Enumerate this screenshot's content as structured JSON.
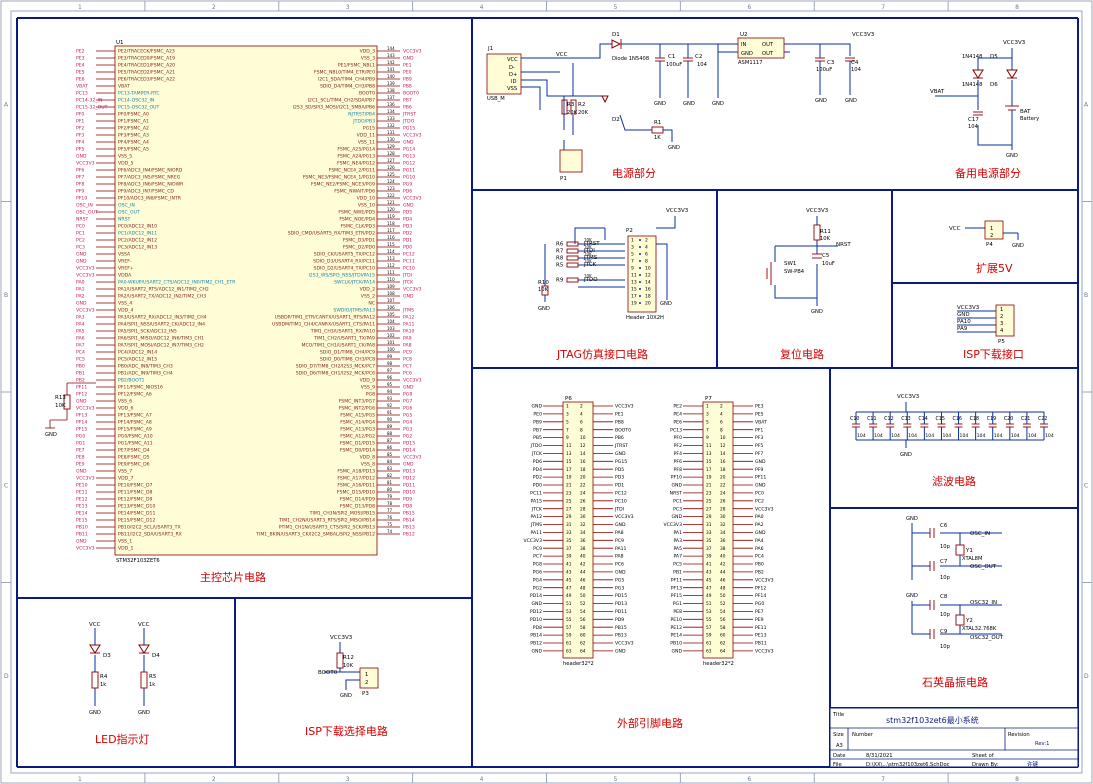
{
  "sheet": {
    "columns": [
      "1",
      "2",
      "3",
      "4",
      "5",
      "6",
      "7",
      "8"
    ],
    "rows": [
      "A",
      "B",
      "C",
      "D"
    ]
  },
  "sections": {
    "main_chip": "主控芯片电路",
    "power": "电源部分",
    "backup_power": "备用电源部分",
    "jtag": "JTAG仿真接口电路",
    "reset": "复位电路",
    "isp_port": "ISP下载接口",
    "expand5v": "扩展5V",
    "filter": "滤波电路",
    "crystal": "石英晶振电路",
    "led": "LED指示灯",
    "isp_select": "ISP下载选择电路",
    "external_pins": "外部引脚电路"
  },
  "mcu": {
    "ref": "U1",
    "part": "STM32F103ZET6",
    "left_nets": [
      "PE2",
      "PE3",
      "PE4",
      "PE5",
      "PE6",
      "VBAT",
      "PC13",
      "PC14-32_IN",
      "PC15-32_OUT",
      "PF0",
      "PF1",
      "PF2",
      "PF3",
      "PF4",
      "PF5",
      "GND",
      "VCC3V3",
      "PF6",
      "PF7",
      "PF8",
      "PF9",
      "PF10",
      "OSC_IN",
      "OSC_OUT",
      "NRST",
      "PC0",
      "PC1",
      "PC2",
      "PC3",
      "GND",
      "GND",
      "VCC3V3",
      "VCC3V3",
      "PA0",
      "PA1",
      "PA2",
      "GND",
      "VCC3V3",
      "PA3",
      "PA4",
      "PA5",
      "PA6",
      "PA7",
      "PC4",
      "PC5",
      "PB0",
      "PB1",
      "PB2",
      "PF11",
      "PF12",
      "GND",
      "VCC3V3",
      "PF13",
      "PF14",
      "PF15",
      "PG0",
      "PG1",
      "PE7",
      "PE8",
      "PE9",
      "GND",
      "VCC3V3",
      "PE10",
      "PE11",
      "PE12",
      "PE13",
      "PE14",
      "PE15",
      "PB10",
      "PB11",
      "GND",
      "VCC3V3"
    ],
    "left_pins": [
      "PE2/TRACECK/FSMC_A23",
      "PE3/TRACED0/FSMC_A19",
      "PE4/TRACED1/FSMC_A20",
      "PE5/TRACED2/FSMC_A21",
      "PE6/TRACED3/FSMC_A22",
      "VBAT",
      "PC13-TAMPER-RTC",
      "PC14-OSC32_IN",
      "PC15-OSC32_OUT",
      "PF0/FSMC_A0",
      "PF1/FSMC_A1",
      "PF2/FSMC_A2",
      "PF3/FSMC_A3",
      "PF4/FSMC_A4",
      "PF5/FSMC_A5",
      "VSS_5",
      "VDD_5",
      "PF6/ADC3_IN4/FSMC_NIORD",
      "PF7/ADC3_IN5/FSMC_NREG",
      "PF8/ADC3_IN6/FSMC_NIOWR",
      "PF9/ADC3_IN7/FSMC_CD",
      "PF10/ADC3_IN8/FSMC_INTR",
      "OSC_IN",
      "OSC_OUT",
      "NRST",
      "PC0/ADC12_IN10",
      "PC1/ADC12_IN11",
      "PC2/ADC12_IN12",
      "PC3/ADC12_IN13",
      "VSSA",
      "VREF-",
      "VREF+",
      "VDDA",
      "PA0-WKUP/USART2_CTS/ADC12_IN0/TIM2_CH1_ETR",
      "PA1/USART2_RTS/ADC12_IN1/TIM2_CH2",
      "PA2/USART2_TX/ADC12_IN2/TIM2_CH3",
      "VSS_4",
      "VDD_4",
      "PA3/USART2_RX/ADC12_IN3/TIM2_CH4",
      "PA4/SPI1_NSS/USART2_CK/ADC12_IN4",
      "PA5/SPI1_SCK/ADC12_IN5",
      "PA6/SPI1_MISO/ADC12_IN6/TIM3_CH1",
      "PA7/SPI1_MOSI/ADC12_IN7/TIM3_CH2",
      "PC4/ADC12_IN14",
      "PC5/ADC12_IN15",
      "PB0/ADC_IN8/TIM3_CH3",
      "PB1/ADC_IN9/TIM3_CH4",
      "PB2/BOOT1",
      "PF11/FSMC_NIOS16",
      "PF12/FSMC_A6",
      "VSS_6",
      "VDD_6",
      "PF13/FSMC_A7",
      "PF14/FSMC_A8",
      "PF15/FSMC_A9",
      "PG0/FSMC_A10",
      "PG1/FSMC_A11",
      "PE7/FSMC_D4",
      "PE8/FSMC_D5",
      "PE9/FSMC_D6",
      "VSS_7",
      "VDD_7",
      "PE10/FSMC_D7",
      "PE11/FSMC_D8",
      "PE12/FSMC_D9",
      "PE13/FSMC_D10",
      "PE14/FSMC_D11",
      "PE15/FSMC_D12",
      "PB10/I2C2_SCL/USART3_TX",
      "PB11/I2C2_SDA/USART3_RX",
      "VSS_1",
      "VDD_1"
    ],
    "right_pins": [
      "VDD_3",
      "VSS_3",
      "PE1/FSMC_NBL1",
      "FSMC_NBL0/TIM4_ETR/PE0",
      "I2C1_SDA/TIM4_CH4/PB9",
      "SDIO_D4/TIM4_CH3/PB8",
      "BOOT0",
      "I2C1_SCL/TIM4_CH2/SDA/PB7",
      "I2S3_SD/SPI3_MOSI/I2C1_SMBA/PB6",
      "NJTRST/PB4",
      "JTDO/PB3",
      "PG15",
      "VDD_11",
      "VSS_11",
      "FSMC_A25/PG14",
      "FSMC_A24/PG13",
      "FSMC_NE4/PG12",
      "FSMC_NCE4_2/PG11",
      "FSMC_NE3/FSMC_NCE4_1/PG10",
      "FSMC_NE2/FSMC_NCE3/PG9",
      "FSMC_NWAIT/PD6",
      "VDD_10",
      "VSS_10",
      "FSMC_NWE/PD5",
      "FSMC_NOE/PD4",
      "FSMC_CLK/PD3",
      "SDIO_CMD/USART5_RX/TIM3_ETR/PD2",
      "FSMC_D3/PD1",
      "FSMC_D2/PD0",
      "SDIO_CK/USART5_TX/PC12",
      "SDIO_D3/USART4_RX/PC11",
      "SDIO_D2/USART4_TX/PC10",
      "I2S3_WS/SPI3_NSS/JTDI/PA15",
      "SWCLK/JTCK/PA14",
      "VDD_2",
      "VSS_2",
      "NC",
      "SWDIO/JTMS/PA13",
      "USBDP/TIM1_ETR/CANTX/USART1_RTS/PA12",
      "USBDM/TIM1_CH4/CANRX/USART1_CTS/PA11",
      "TIM1_CH3/USART1_RX/PA10",
      "TIM1_CH2/USART1_TX/PA9",
      "MCO/TIM1_CH1/USART1_CK/PA8",
      "SDIO_D1/TIM8_CH4/PC9",
      "SDIO_D0/TIM8_CH3/PC8",
      "SDIO_D7/TIM8_CH2/I2S3_MCK/PC7",
      "SDIO_D6/TIM8_CH1/I2S2_MCK/PC6",
      "VDD_9",
      "VSS_9",
      "PG8",
      "FSMC_INT3/PG7",
      "FSMC_INT2/PG6",
      "FSMC_A15/PG5",
      "FSMC_A14/PG4",
      "FSMC_A13/PG3",
      "FSMC_A12/PG2",
      "FSMC_D1/PD15",
      "FSMC_D0/PD14",
      "VDD_8",
      "VSS_8",
      "FSMC_A18/PD13",
      "FSMC_A17/PD12",
      "FSMC_A16/PD11",
      "FSMC_D15/PD10",
      "FSMC_D14/PD9",
      "FSMC_D13/PD8",
      "TIM1_CH3N/SPI2_MOSI/PB15",
      "TIM1_CH2N/USART3_RTS/SPI2_MISO/PB14",
      "PTIM1_CH1N/USART3_CTS/SPI2_SCK/PB13",
      "TIM1_BKIN/USART3_CK/I2C2_SMBAL/SPI2_NSS/PB12"
    ],
    "right_nums": [
      "144",
      "143",
      "142",
      "141",
      "140",
      "139",
      "138",
      "137",
      "136",
      "134",
      "133",
      "132",
      "131",
      "130",
      "129",
      "128",
      "127",
      "126",
      "125",
      "124",
      "123",
      "122",
      "121",
      "120",
      "119",
      "118",
      "117",
      "116",
      "115",
      "114",
      "113",
      "112",
      "111",
      "110",
      "109",
      "108",
      "107",
      "106",
      "105",
      "104",
      "103",
      "102",
      "101",
      "100",
      "99",
      "98",
      "97",
      "96",
      "95",
      "94",
      "93",
      "92",
      "91",
      "90",
      "89",
      "88",
      "87",
      "86",
      "85",
      "84",
      "83",
      "82",
      "81",
      "80",
      "79",
      "78",
      "77",
      "76",
      "75",
      "74",
      "73"
    ],
    "right_nets": [
      "VCC3V3",
      "GND",
      "PE1",
      "PE0",
      "PB9",
      "PB8",
      "BOOT0",
      "PB7",
      "PB6",
      "JTRST",
      "JTDO",
      "PG15",
      "VCC3V3",
      "GND",
      "PG14",
      "PG13",
      "PG12",
      "PG11",
      "PG10",
      "PG9",
      "PD6",
      "VCC3V3",
      "GND",
      "PD5",
      "PD4",
      "PD3",
      "PD2",
      "PD1",
      "PD0",
      "PC12",
      "PC11",
      "PC10",
      "JTDI",
      "JTCK",
      "VCC3V3",
      "GND",
      "",
      "JTMS",
      "PA12",
      "PA11",
      "PA10",
      "PA9",
      "PA8",
      "PC9",
      "PC8",
      "PC7",
      "PC6",
      "VCC3V3",
      "GND",
      "PG8",
      "PG7",
      "PG6",
      "PG5",
      "PG4",
      "PG3",
      "PG2",
      "PD15",
      "PD14",
      "VCC3V3",
      "GND",
      "PD13",
      "PD12",
      "PD11",
      "PD10",
      "PD9",
      "PD8",
      "PB15",
      "PB14",
      "PB13",
      "PB12"
    ]
  },
  "power": {
    "j1": "J1",
    "usb": "USB_M",
    "usb_pins": [
      "VCC",
      "D-",
      "D+",
      "ID",
      "VSS"
    ],
    "d1": "D1",
    "diode": "Diode 1N5408",
    "c1": "C1",
    "c1_val": "100uF",
    "c2": "C2",
    "c2_val": "104",
    "u2": "U2",
    "ldo": "ASM1117",
    "ldo_pins": [
      "IN",
      "OUT",
      "GND",
      "OUT"
    ],
    "c3": "C3",
    "c3_val": "100uF",
    "c4": "C4",
    "c4_val": "104",
    "r3": "R3",
    "r3_val": "20K",
    "r2": "R2",
    "r2_val": "20K",
    "r1": "R1",
    "r1_val": "1K",
    "d2": "D2",
    "p1": "P1",
    "vcc": "VCC",
    "vcc3v3": "VCC3V3",
    "gnd": "GND"
  },
  "backup": {
    "d5_part": "1N4148",
    "d5": "D5",
    "d6_part": "1N4148",
    "d6": "D6",
    "vbat": "VBAT",
    "c17": "C17",
    "c17_val": "104",
    "bat": "BAT",
    "battery": "Battery",
    "vcc3v3": "VCC3V3",
    "gnd": "GND"
  },
  "jtag": {
    "vcc3v3": "VCC3V3",
    "r6": "R6",
    "r7": "R7",
    "r8": "R8",
    "r5": "R5",
    "r9": "R9",
    "r10": "R10",
    "rval": "10K",
    "nets": [
      "JTRST",
      "JTDI",
      "JTMS",
      "JTCK",
      "JTDO"
    ],
    "p2": "P2",
    "header": "Header 10X2H",
    "pin_nums": [
      "1",
      "2",
      "3",
      "4",
      "5",
      "6",
      "7",
      "8",
      "9",
      "10",
      "11",
      "12",
      "13",
      "14",
      "15",
      "16",
      "17",
      "18",
      "19",
      "20"
    ],
    "gnd": "GND"
  },
  "reset": {
    "vcc3v3": "VCC3V3",
    "r11": "R11",
    "r11_val": "10K",
    "nrst": "NRST",
    "c5": "C5",
    "c5_val": "10uF",
    "sw1": "SW1",
    "sw_part": "SW-PB4",
    "gnd": "GND"
  },
  "expand": {
    "vcc": "VCC",
    "p4": "P4",
    "gnd": "GND"
  },
  "isp_port": {
    "nets": [
      "VCC3V3",
      "GND",
      "PA10",
      "PA9"
    ],
    "p5": "P5",
    "pins": [
      "1",
      "2",
      "3",
      "4"
    ]
  },
  "filter": {
    "vcc3v3": "VCC3V3",
    "caps": [
      "C10",
      "C11",
      "C12",
      "C13",
      "C14",
      "C15",
      "C16",
      "C18",
      "C19",
      "C20",
      "C21",
      "C22"
    ],
    "vals": [
      "104",
      "104",
      "104",
      "104",
      "104",
      "104",
      "104",
      "104",
      "104",
      "104",
      "104",
      "104"
    ],
    "gnd": "GND"
  },
  "crystal": {
    "gnd": "GND",
    "c6": "C6",
    "c7": "C7",
    "c8": "C8",
    "c9": "C9",
    "cval": "10p",
    "y1": "Y1",
    "xtal1": "XTAL8M",
    "y2": "Y2",
    "xtal2": "XTAL32.768K",
    "osc_in": "OSC_IN",
    "osc_out": "OSC_OUT",
    "osc32_in": "OSC32_IN",
    "osc32_out": "OSC32_OUT"
  },
  "led": {
    "vcc": "VCC",
    "d3": "D3",
    "d4": "D4",
    "r4": "R4",
    "r5": "R5",
    "rval": "1k",
    "gnd": "GND"
  },
  "isp_select": {
    "vcc3v3": "VCC3V3",
    "r12": "R12",
    "r12_val": "10K",
    "boot0": "BOOT0",
    "p3": "P3",
    "gnd": "GND"
  },
  "p6": {
    "ref": "P6",
    "label": "header32*2",
    "left": [
      "GND",
      "PE0",
      "PB9",
      "PB7",
      "PB5",
      "JTDO",
      "JTCK",
      "PD6",
      "PD4",
      "PD2",
      "PD0",
      "PC11",
      "PA15",
      "JTCK",
      "PA12",
      "JTMS",
      "PA11",
      "VCC3V3",
      "PC9",
      "PC7",
      "PG8",
      "PG6",
      "PG4",
      "PG2",
      "PD14",
      "GND",
      "PD12",
      "PD10",
      "PD8",
      "PB14",
      "PB12",
      "GND"
    ],
    "right": [
      "VCC3V3",
      "PE1",
      "PB8",
      "BOOT0",
      "PB6",
      "JTRST",
      "GND",
      "PG15",
      "PD5",
      "PD3",
      "PD1",
      "PC12",
      "PC10",
      "JTDI",
      "VCC3V3",
      "GND",
      "PA8",
      "PC9",
      "PA11",
      "PA8",
      "PC6",
      "GND",
      "PG5",
      "PG3",
      "PD15",
      "PD13",
      "PD11",
      "PD9",
      "PB15",
      "PB13",
      "VCC3V3",
      "GND"
    ]
  },
  "p7": {
    "ref": "P7",
    "label": "header32*2",
    "left": [
      "PE2",
      "PE4",
      "PE6",
      "PC13",
      "PF0",
      "PF2",
      "PF4",
      "PF6",
      "PF8",
      "PF10",
      "GND",
      "NRST",
      "PC1",
      "PC3",
      "GND",
      "VCC3V3",
      "PA1",
      "PA3",
      "PA5",
      "PA7",
      "PC5",
      "PB1",
      "PF11",
      "PF13",
      "PF15",
      "PG1",
      "PE8",
      "PE10",
      "PE12",
      "PE14",
      "PB10",
      "GND"
    ],
    "right": [
      "PE3",
      "PE5",
      "VBAT",
      "PF1",
      "PF3",
      "PF5",
      "PF7",
      "GND",
      "PF9",
      "PF11",
      "GND",
      "PC0",
      "PC2",
      "VCC3V3",
      "PA0",
      "PA2",
      "GND",
      "PA4",
      "PA6",
      "PC4",
      "PB0",
      "PB2",
      "VCC3V3",
      "PF12",
      "PF14",
      "PG0",
      "PE7",
      "PE9",
      "PE11",
      "PE13",
      "PB11",
      "VCC3V3"
    ]
  },
  "titleblock": {
    "title_lbl": "Title",
    "title": "stm32f103zet6最小系统",
    "size_lbl": "Size",
    "size": "A3",
    "number_lbl": "Number",
    "revision_lbl": "Revision",
    "revision": "Rev:1",
    "date_lbl": "Date",
    "date": "8/31/2021",
    "file_lbl": "File",
    "file": "D:\\XX\\...\\stm32f103zet6.SchDoc",
    "sheet_lbl": "Sheet    of",
    "drawn_lbl": "Drawn By:",
    "drawn": "许键"
  }
}
